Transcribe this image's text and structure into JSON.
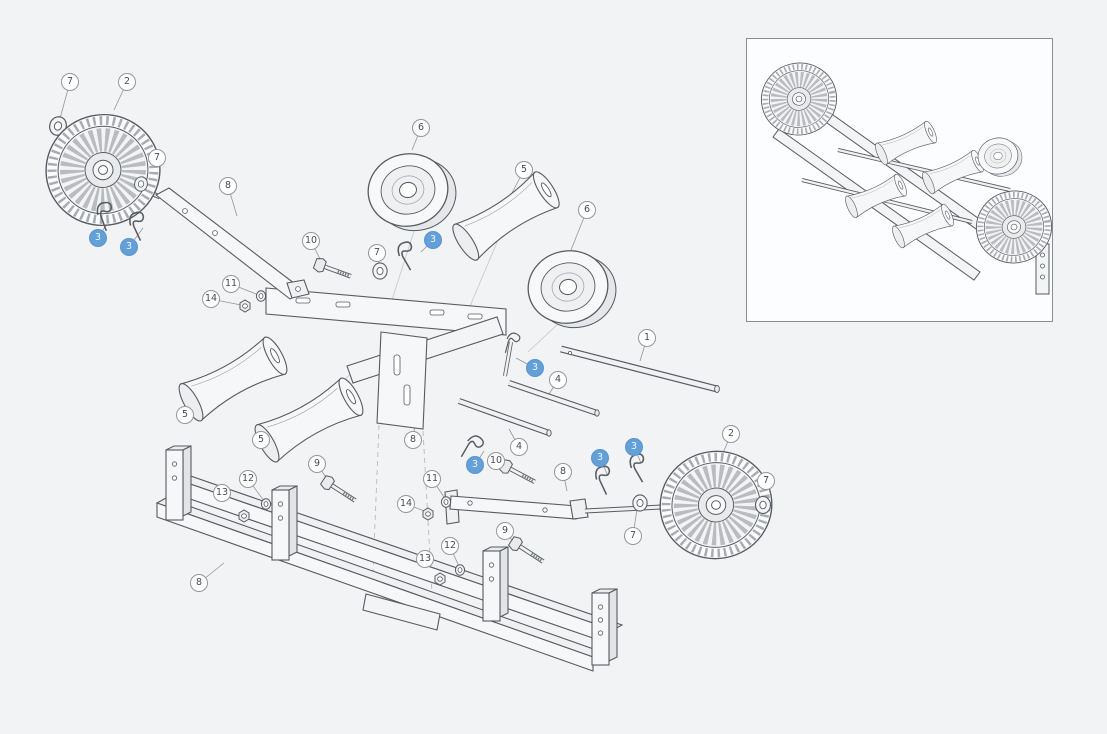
{
  "diagram": {
    "kind": "exploded-parts-diagram",
    "background_color": "#f2f3f5",
    "line_color": "#565b62",
    "highlight_color": "#64a0d8",
    "part_numbers_shown": [
      "1",
      "2",
      "3",
      "4",
      "5",
      "6",
      "7",
      "8",
      "9",
      "10",
      "11",
      "12",
      "13",
      "14"
    ],
    "highlighted_part_number": "3"
  },
  "inset": {
    "name": "assembled-view-thumbnail"
  },
  "callouts": [
    {
      "label": "7",
      "highlighted": false
    },
    {
      "label": "2",
      "highlighted": false
    },
    {
      "label": "7",
      "highlighted": false
    },
    {
      "label": "3",
      "highlighted": true
    },
    {
      "label": "3",
      "highlighted": true
    },
    {
      "label": "8",
      "highlighted": false
    },
    {
      "label": "6",
      "highlighted": false
    },
    {
      "label": "5",
      "highlighted": false
    },
    {
      "label": "10",
      "highlighted": false
    },
    {
      "label": "7",
      "highlighted": false
    },
    {
      "label": "3",
      "highlighted": true
    },
    {
      "label": "6",
      "highlighted": false
    },
    {
      "label": "11",
      "highlighted": false
    },
    {
      "label": "14",
      "highlighted": false
    },
    {
      "label": "1",
      "highlighted": false
    },
    {
      "label": "3",
      "highlighted": true
    },
    {
      "label": "4",
      "highlighted": false
    },
    {
      "label": "5",
      "highlighted": false
    },
    {
      "label": "5",
      "highlighted": false
    },
    {
      "label": "8",
      "highlighted": false
    },
    {
      "label": "4",
      "highlighted": false
    },
    {
      "label": "3",
      "highlighted": true
    },
    {
      "label": "10",
      "highlighted": false
    },
    {
      "label": "9",
      "highlighted": false
    },
    {
      "label": "3",
      "highlighted": true
    },
    {
      "label": "3",
      "highlighted": true
    },
    {
      "label": "2",
      "highlighted": false
    },
    {
      "label": "8",
      "highlighted": false
    },
    {
      "label": "12",
      "highlighted": false
    },
    {
      "label": "13",
      "highlighted": false
    },
    {
      "label": "11",
      "highlighted": false
    },
    {
      "label": "14",
      "highlighted": false
    },
    {
      "label": "7",
      "highlighted": false
    },
    {
      "label": "9",
      "highlighted": false
    },
    {
      "label": "7",
      "highlighted": false
    },
    {
      "label": "12",
      "highlighted": false
    },
    {
      "label": "13",
      "highlighted": false
    },
    {
      "label": "8",
      "highlighted": false
    }
  ]
}
